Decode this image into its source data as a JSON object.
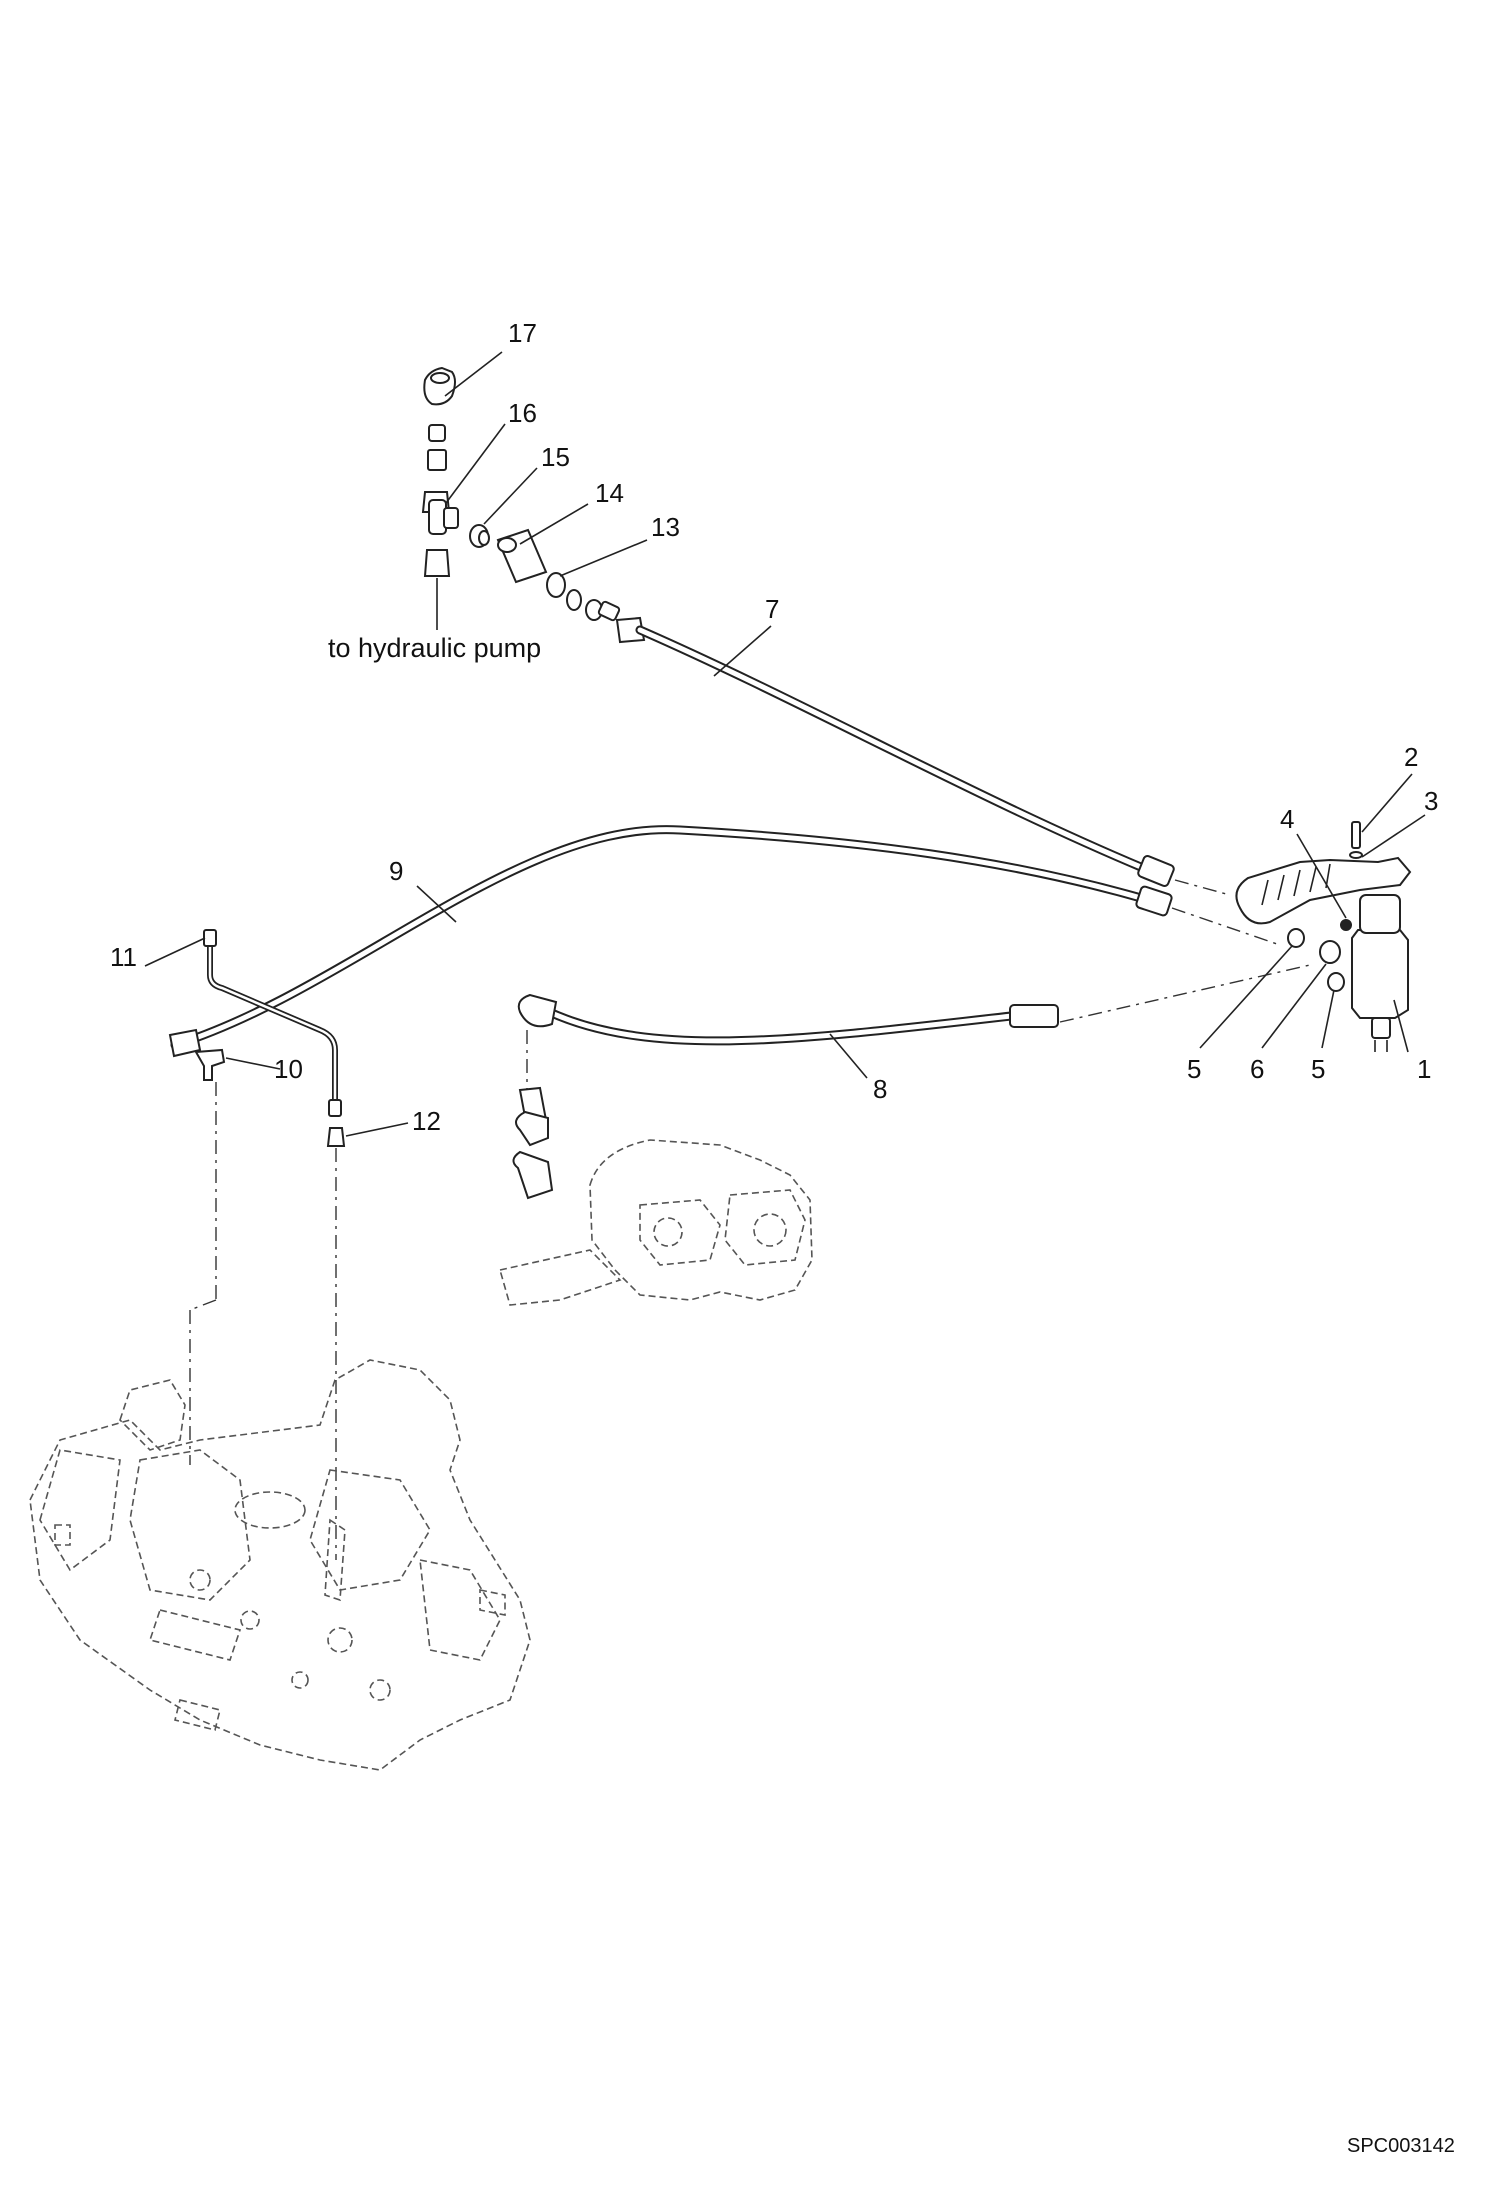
{
  "drawing": {
    "code": "SPC003142",
    "note_pump": "to hydraulic pump"
  },
  "callouts": {
    "c1": "1",
    "c2": "2",
    "c3": "3",
    "c4": "4",
    "c5a": "5",
    "c5b": "5",
    "c6": "6",
    "c7": "7",
    "c8": "8",
    "c9": "9",
    "c10": "10",
    "c11": "11",
    "c12": "12",
    "c13": "13",
    "c14": "14",
    "c15": "15",
    "c16": "16",
    "c17": "17"
  }
}
